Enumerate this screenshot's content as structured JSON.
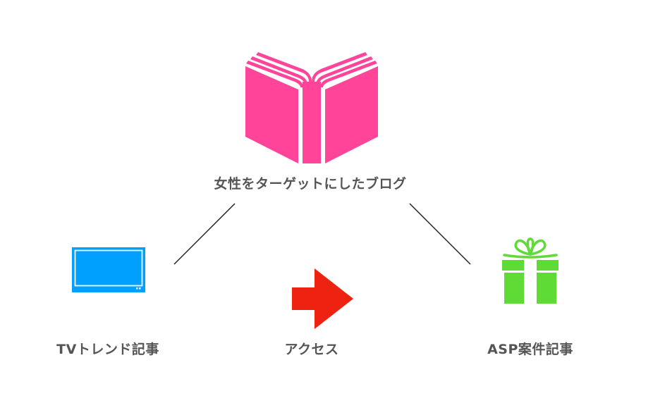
{
  "diagram": {
    "root": {
      "label": "女性をターゲットにしたブログ",
      "icon": "open-book-icon",
      "color": "#ff4499"
    },
    "children": [
      {
        "label": "TVトレンド記事",
        "icon": "tv-monitor-icon",
        "color": "#00a0ff"
      },
      {
        "label": "ASP案件記事",
        "icon": "gift-box-icon",
        "color": "#5edb34"
      }
    ],
    "center": {
      "label": "アクセス",
      "icon": "right-arrow-icon",
      "color": "#ee2211"
    },
    "connector_color": "#222222",
    "text_color": "#555555"
  }
}
